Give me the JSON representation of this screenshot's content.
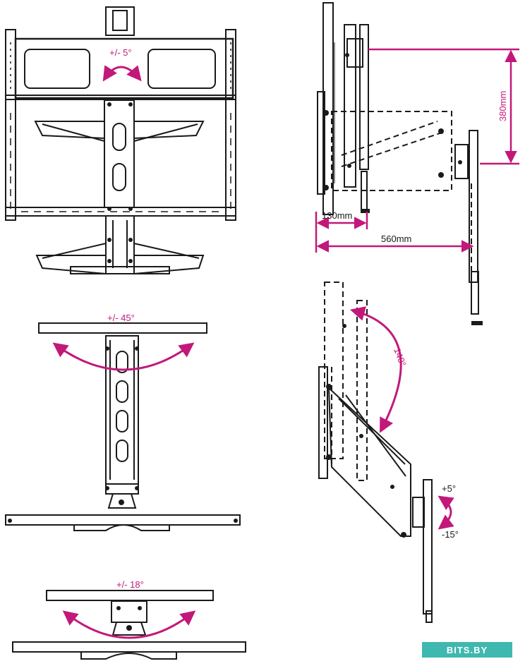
{
  "colors": {
    "accent": "#c2187a",
    "line": "#1a1a1a",
    "watermark_bg": "#3fb8af"
  },
  "labels": {
    "tilt_front": "+/- 5°",
    "swivel_top": "+/- 45°",
    "swivel_bottom": "+/- 18°",
    "height_380": "380mm",
    "depth_130": "130mm",
    "depth_560": "560mm",
    "arc_140": "140°",
    "tilt_plus": "+5°",
    "tilt_minus": "-15°"
  },
  "watermark": {
    "text": "BITS.BY"
  }
}
